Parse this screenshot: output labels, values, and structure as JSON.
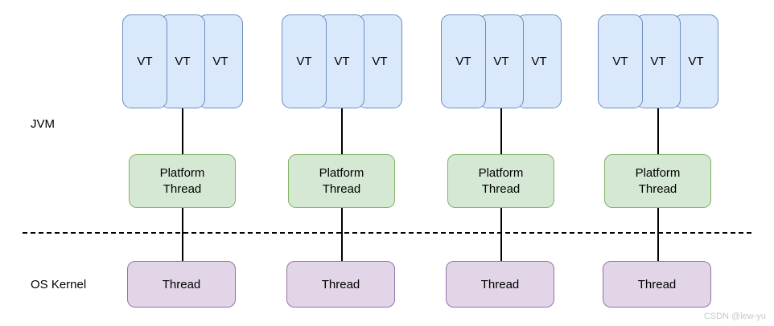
{
  "diagram": {
    "title": "JVM virtual threads mounted on platform threads over OS kernel threads",
    "colors": {
      "virtual_thread_fill": "#dae8fc",
      "virtual_thread_stroke": "#6c8ebf",
      "platform_thread_fill": "#d5e8d4",
      "platform_thread_stroke": "#82b366",
      "os_thread_fill": "#e1d5e7",
      "os_thread_stroke": "#9673a6",
      "connector": "#000000",
      "divider": "#000000",
      "background": "#ffffff",
      "watermark": "#c9c9c9"
    },
    "layers": [
      {
        "id": "jvm",
        "label": "JVM"
      },
      {
        "id": "os-kernel",
        "label": "OS Kernel"
      }
    ],
    "divider": {
      "style": "dashed"
    },
    "groups": [
      {
        "id": "group-1",
        "virtual_threads": [
          {
            "label": "VT"
          },
          {
            "label": "VT"
          },
          {
            "label": "VT"
          }
        ],
        "platform_thread": {
          "line1": "Platform",
          "line2": "Thread"
        },
        "os_thread": {
          "label": "Thread"
        }
      },
      {
        "id": "group-2",
        "virtual_threads": [
          {
            "label": "VT"
          },
          {
            "label": "VT"
          },
          {
            "label": "VT"
          }
        ],
        "platform_thread": {
          "line1": "Platform",
          "line2": "Thread"
        },
        "os_thread": {
          "label": "Thread"
        }
      },
      {
        "id": "group-3",
        "virtual_threads": [
          {
            "label": "VT"
          },
          {
            "label": "VT"
          },
          {
            "label": "VT"
          }
        ],
        "platform_thread": {
          "line1": "Platform",
          "line2": "Thread"
        },
        "os_thread": {
          "label": "Thread"
        }
      },
      {
        "id": "group-4",
        "virtual_threads": [
          {
            "label": "VT"
          },
          {
            "label": "VT"
          },
          {
            "label": "VT"
          }
        ],
        "platform_thread": {
          "line1": "Platform",
          "line2": "Thread"
        },
        "os_thread": {
          "label": "Thread"
        }
      }
    ],
    "watermark": "CSDN @lew-yu"
  }
}
